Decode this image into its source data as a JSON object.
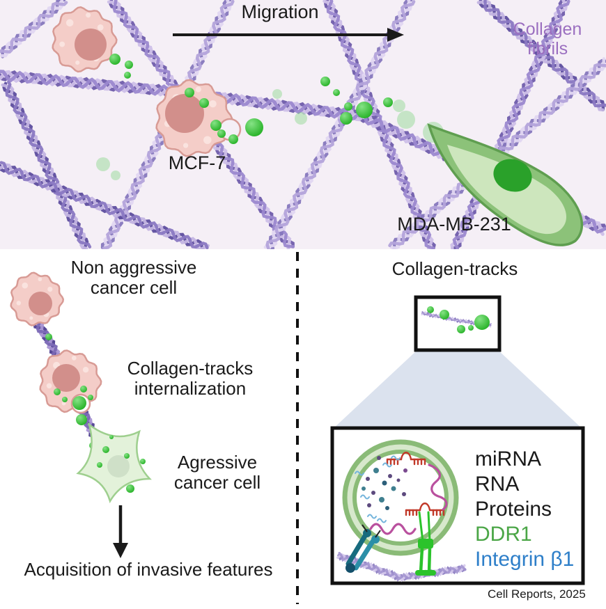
{
  "top": {
    "migration_label": "Migration",
    "collagen_fibrils_line1": "Collagen",
    "collagen_fibrils_line2": "fibrils",
    "mcf7_label": "MCF-7",
    "mda_label": "MDA-MB-231"
  },
  "bottom_left": {
    "non_aggressive_line1": "Non aggressive",
    "non_aggressive_line2": "cancer cell",
    "internalization_line1": "Collagen-tracks",
    "internalization_line2": "internalization",
    "aggressive_line1": "Agressive",
    "aggressive_line2": "cancer cell",
    "acquisition_label": "Acquisition of invasive features"
  },
  "bottom_right": {
    "title": "Collagen-tracks",
    "cargo_labels": [
      {
        "text": "miRNA",
        "color": "#1a1a1a"
      },
      {
        "text": "RNA",
        "color": "#1a1a1a"
      },
      {
        "text": "Proteins",
        "color": "#1a1a1a"
      },
      {
        "text": "DDR1",
        "color": "#4ba647"
      },
      {
        "text": "Integrin β1",
        "color": "#2e7fc9"
      }
    ],
    "credit": "Cell Reports, 2025"
  },
  "icons": {
    "migration_arrow": "right-arrow",
    "differentiation_arrow": "down-arrow",
    "magnifier": "zoom-trapezoid",
    "divider": "dashed-vertical-line"
  },
  "colors": {
    "top_bg": "#f5eff6",
    "bottom_bg": "#ffffff",
    "fibril_dark": "#6f5cab",
    "fibril_mid": "#9b88cf",
    "fibril_light": "#cdbfe8",
    "fibril_pale": "#e0d6f1",
    "vesicle_green": "#1fae1f",
    "vesicle_highlight": "#86e386",
    "cell_pink": "#f4cdc8",
    "cell_pink_border": "#d89b95",
    "nucleus_pink": "#d28f8b",
    "mda_fill": "#8cc279",
    "mda_border": "#5f9e50",
    "mda_inner": "#cde6bd",
    "mda_nucleus": "#2aa12a",
    "aggressive_fill": "#e3f2da",
    "aggressive_border": "#9ecf8e",
    "aggressive_nucleus": "#cfe0c8",
    "ring_green": "#8abb77",
    "ring_pale": "#d7e8cc",
    "trapezoid": "#dbe2ee",
    "box_border": "#111111",
    "arrow_black": "#1a1a1a",
    "collagen_label": "#9b6fc0",
    "ddr1_green": "#2bc32b",
    "integrin_teal": "#176b7e",
    "integrin_teal2": "#2b8fa8",
    "mirna_red": "#c13828",
    "rna_magenta": "#b9509e",
    "squiggle_blue": "#74b4dc",
    "dot_purple": "#5d4a7e",
    "dot_teal": "#3f7f8f",
    "dot_navy": "#2c5f7a"
  }
}
